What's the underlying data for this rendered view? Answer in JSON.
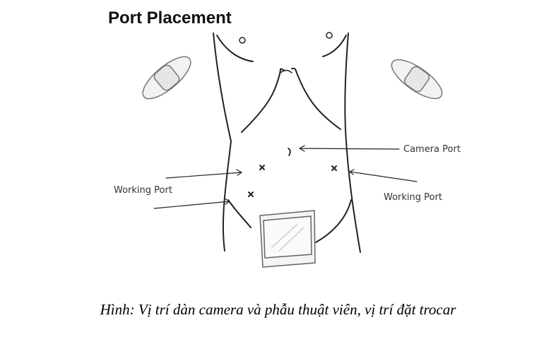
{
  "figure": {
    "title": "Port Placement",
    "labels": {
      "camera_port": "Camera Port",
      "working_port_left": "Working Port",
      "working_port_right": "Working Port"
    }
  },
  "caption": "Hình: Vị trí dàn camera và phẫu thuật viên, vị trí đặt trocar"
}
